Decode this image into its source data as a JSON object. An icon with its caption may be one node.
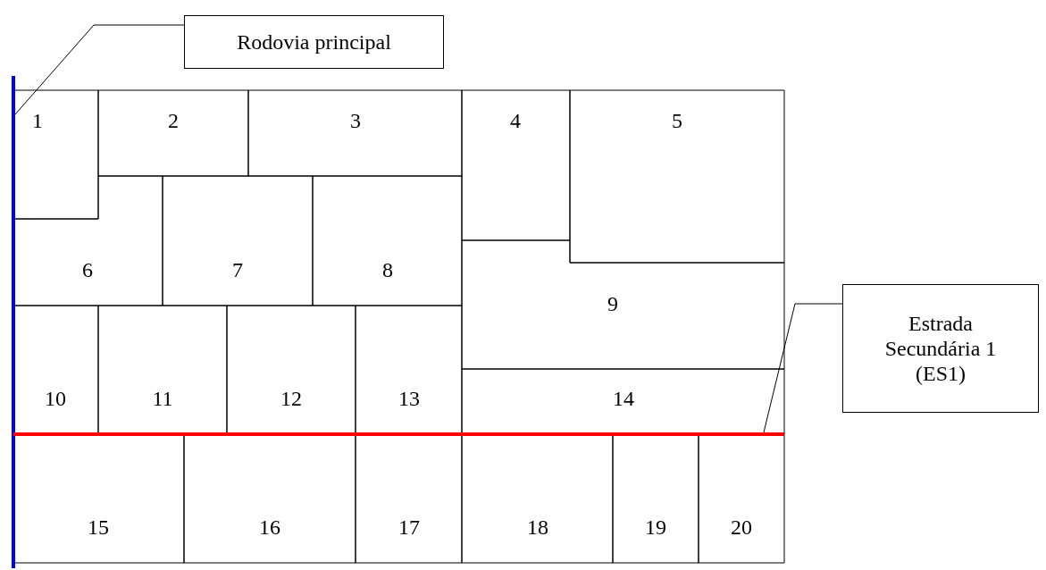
{
  "diagram": {
    "nodes": [
      {
        "text": [
          "Rodovia principal"
        ]
      },
      {
        "text": [],
        "shape": "line"
      },
      {
        "text": [
          "1"
        ]
      },
      {
        "text": [
          "2"
        ]
      },
      {
        "text": [
          "3"
        ]
      },
      {
        "text": [
          "4"
        ]
      },
      {
        "text": [
          "5"
        ]
      },
      {
        "text": [
          "6"
        ]
      },
      {
        "text": [
          "7"
        ]
      },
      {
        "text": [
          "8"
        ]
      },
      {
        "text": [
          "9"
        ]
      },
      {
        "text": [
          "10"
        ]
      },
      {
        "text": [
          "11"
        ]
      },
      {
        "text": [
          "12"
        ]
      },
      {
        "text": [
          "13"
        ]
      },
      {
        "text": [
          "14"
        ]
      },
      {
        "text": [
          "15"
        ]
      },
      {
        "text": [
          "16"
        ]
      },
      {
        "text": [
          "17"
        ]
      },
      {
        "text": [
          "18"
        ]
      },
      {
        "text": [
          "19"
        ]
      },
      {
        "text": [
          "20"
        ]
      },
      {
        "text": [
          "Estrada Secundária 1 (ES1)"
        ]
      },
      {
        "text": [],
        "shape": "line"
      }
    ],
    "edges": [
      {
        "from": 0,
        "to": 1,
        "arrow": "none"
      },
      {
        "from": 22,
        "to": 23,
        "arrow": "none"
      }
    ]
  }
}
